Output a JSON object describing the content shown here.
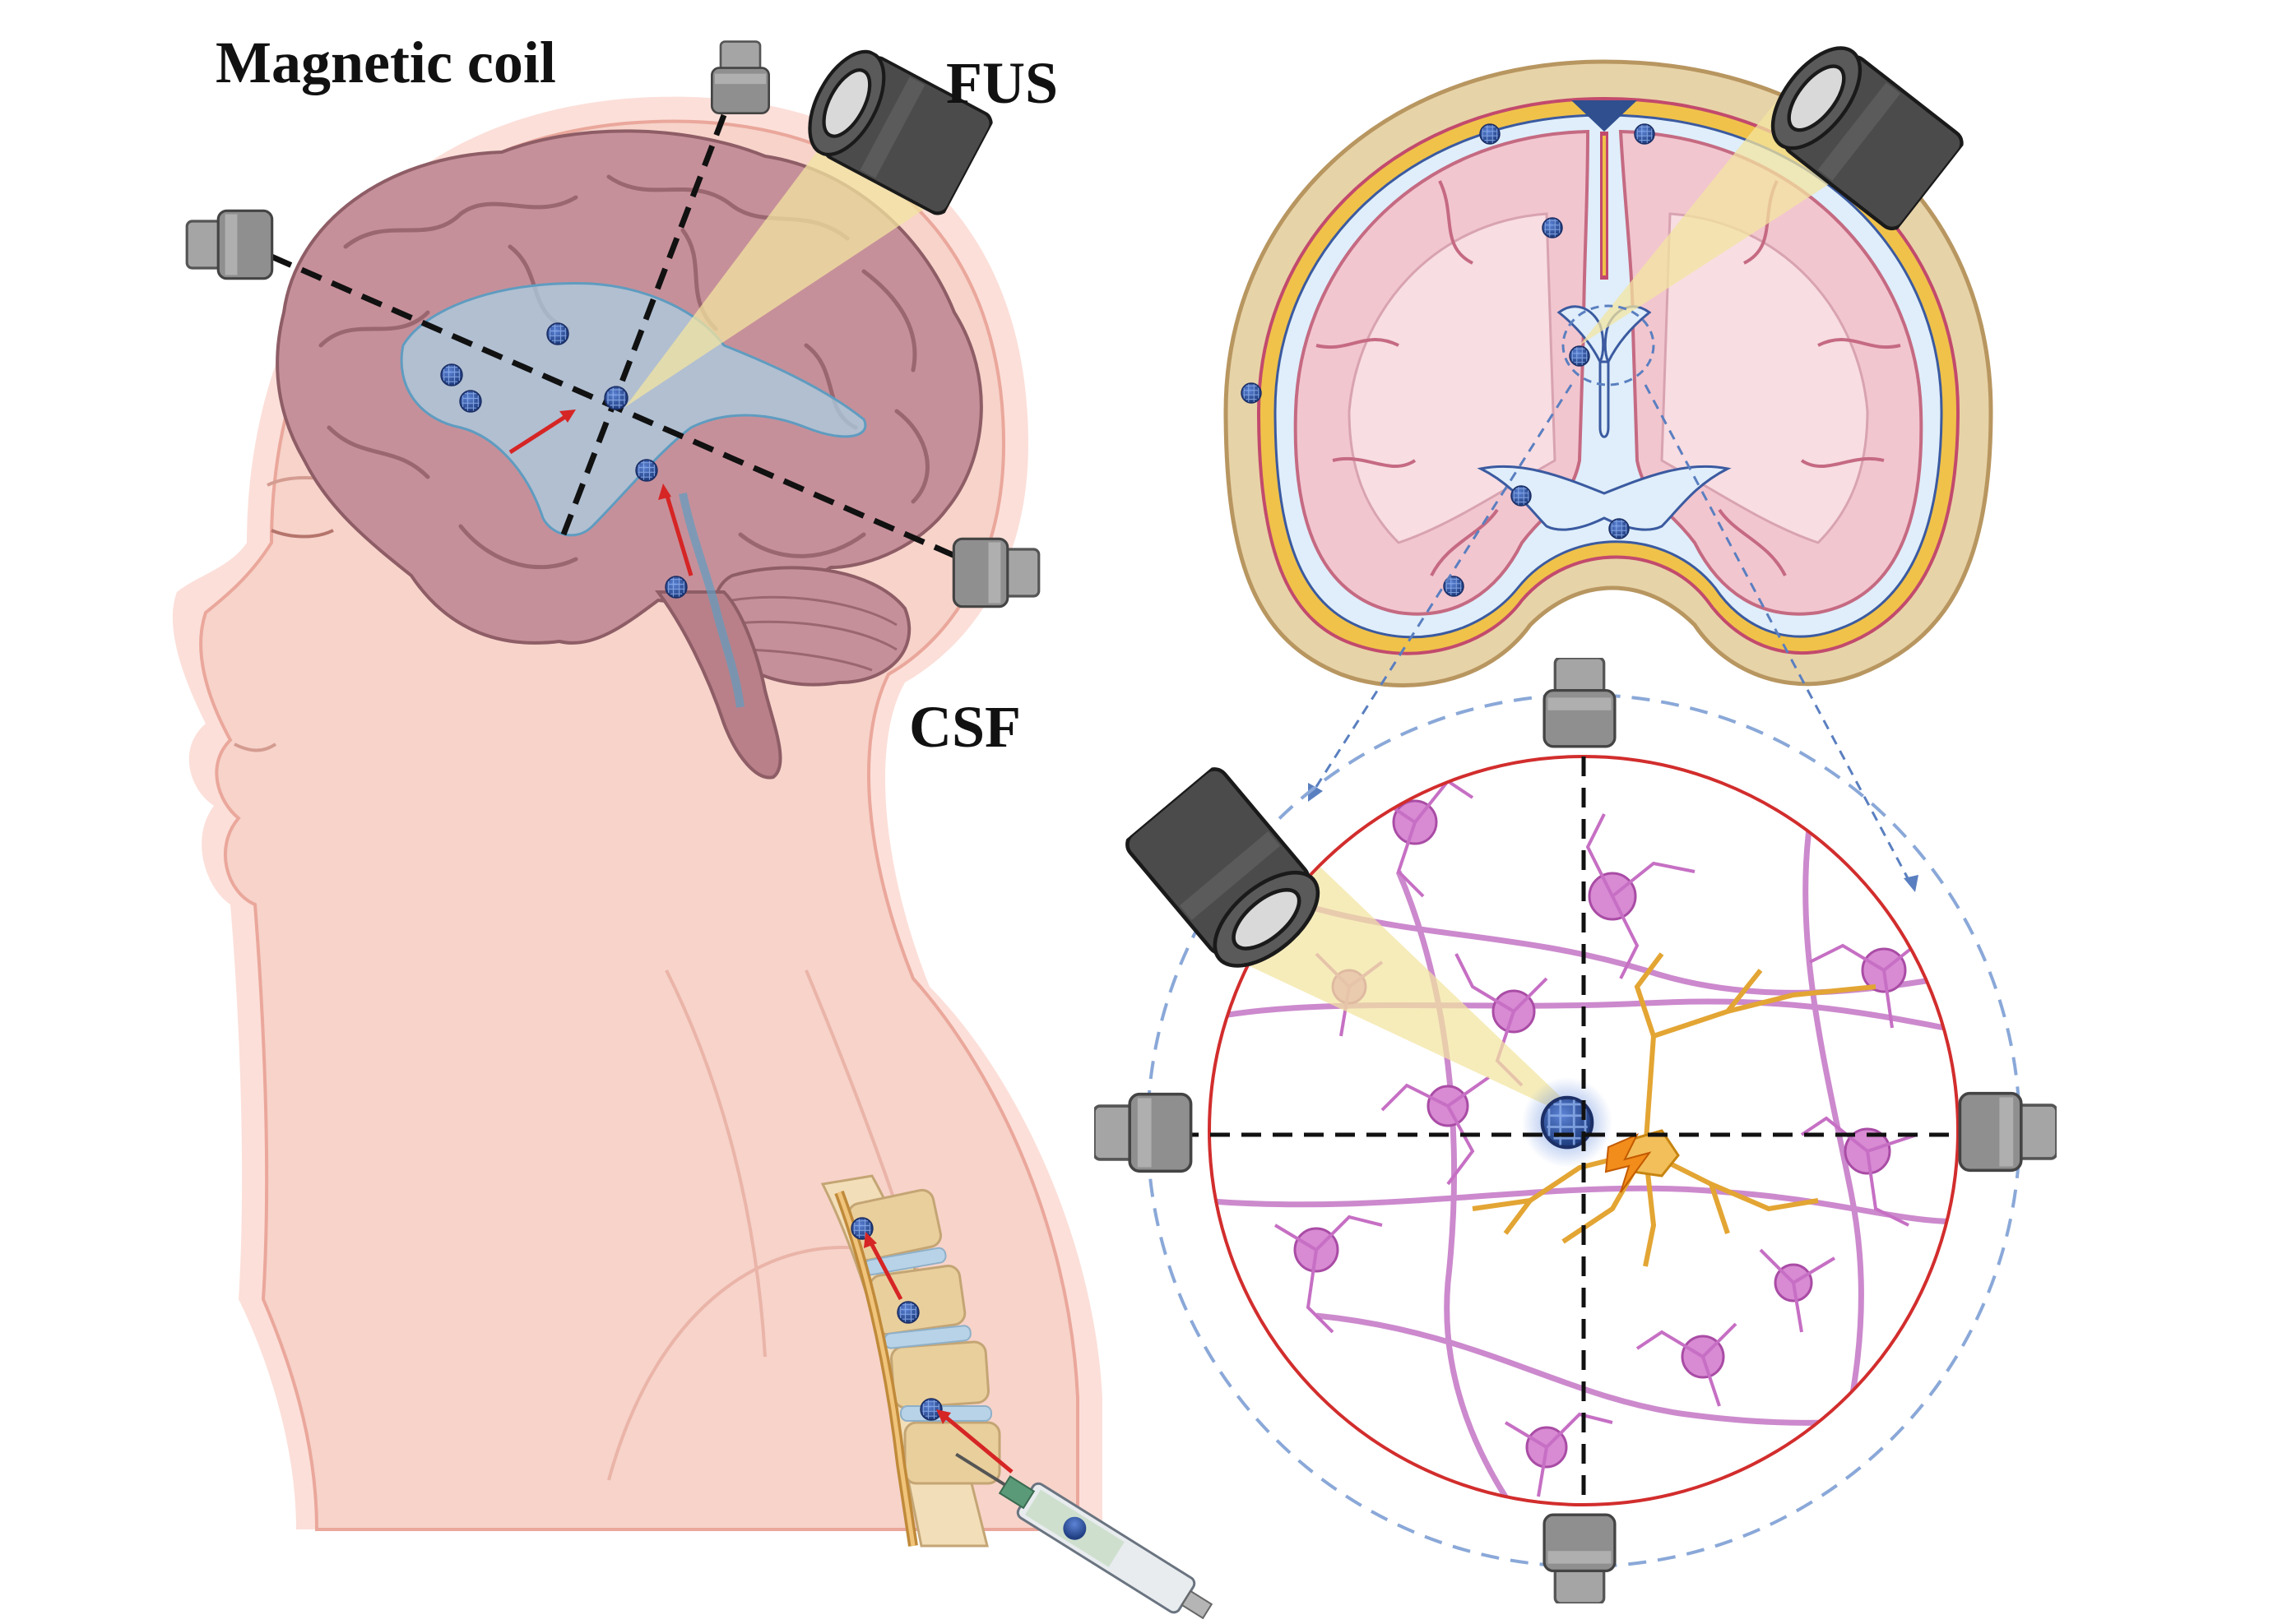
{
  "labels": {
    "magnetic_coil": "Magnetic coil",
    "fus": "FUS",
    "csf": "CSF"
  },
  "colors": {
    "skin": "#f6cfc5",
    "skin_glow": "#f4a59a",
    "brain": "#c98e98",
    "brain_dark": "#9c6570",
    "ventricle": "#a9cfe3",
    "transducer": "#4a4a4a",
    "beam": "#f3e4a0",
    "neuron_pink": "#c95fc2",
    "neuron_orange": "#e3a533",
    "coil_gray": "#9a9a9a",
    "red_arrow": "#d62525",
    "blue_dashed": "#5a7fc0",
    "circle_red": "#d22d2d",
    "nanoparticle": "#2e4f9c"
  },
  "icons": [
    "magnetic-coil-icon",
    "fus-transducer-icon",
    "nanoparticle-icon",
    "syringe-icon",
    "lightning-icon"
  ]
}
